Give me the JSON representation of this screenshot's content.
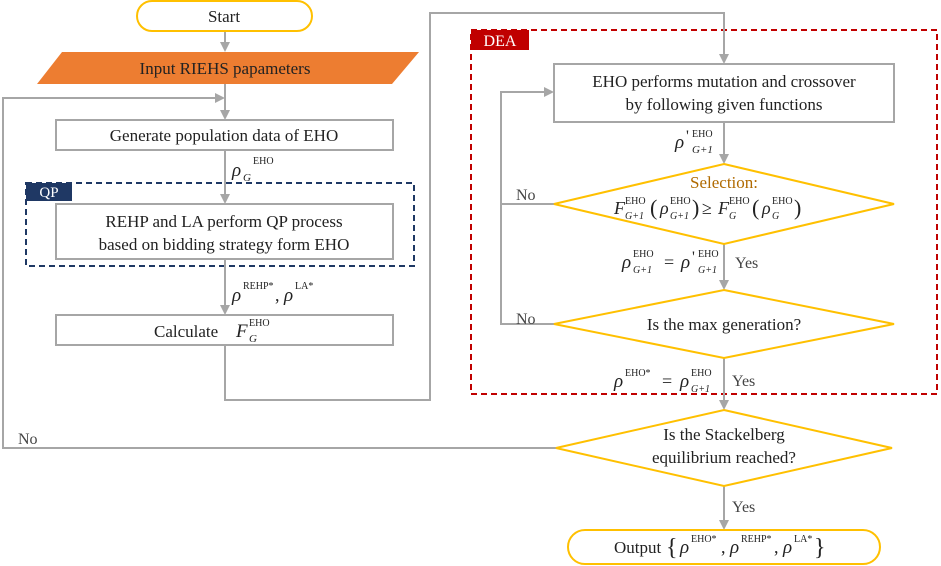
{
  "nodes": {
    "start": "Start",
    "input": "Input RIEHS papameters",
    "generate": "Generate population data of EHO",
    "qp_line1": "REHP and LA perform QP process",
    "qp_line2": "based on  bidding strategy form EHO",
    "calculate": "Calculate",
    "eho_line1": "EHO performs mutation and crossover",
    "eho_line2": "by following given functions",
    "selection": "Selection:",
    "max_gen": "Is the max generation?",
    "stack_line1": "Is the Stackelberg",
    "stack_line2": "equilibrium  reached?",
    "output": "Output"
  },
  "groups": {
    "qp": "QP",
    "dea": "DEA"
  },
  "edge_labels": {
    "no": "No",
    "yes": "Yes"
  },
  "math": {
    "rho": "ρ",
    "F": "F",
    "G": "G",
    "G1": "G+1",
    "eho": "EHO",
    "eho_star": "EHO*",
    "rehp_star": "REHP*",
    "la_star": "LA*",
    "prime": "'",
    "geq": "≥",
    "eq": "=",
    "comma": ","
  },
  "colors": {
    "orange": "#ED7D31",
    "gold": "#FFC000",
    "gray": "#A6A6A6",
    "navy": "#1F3864",
    "red": "#C00000"
  }
}
